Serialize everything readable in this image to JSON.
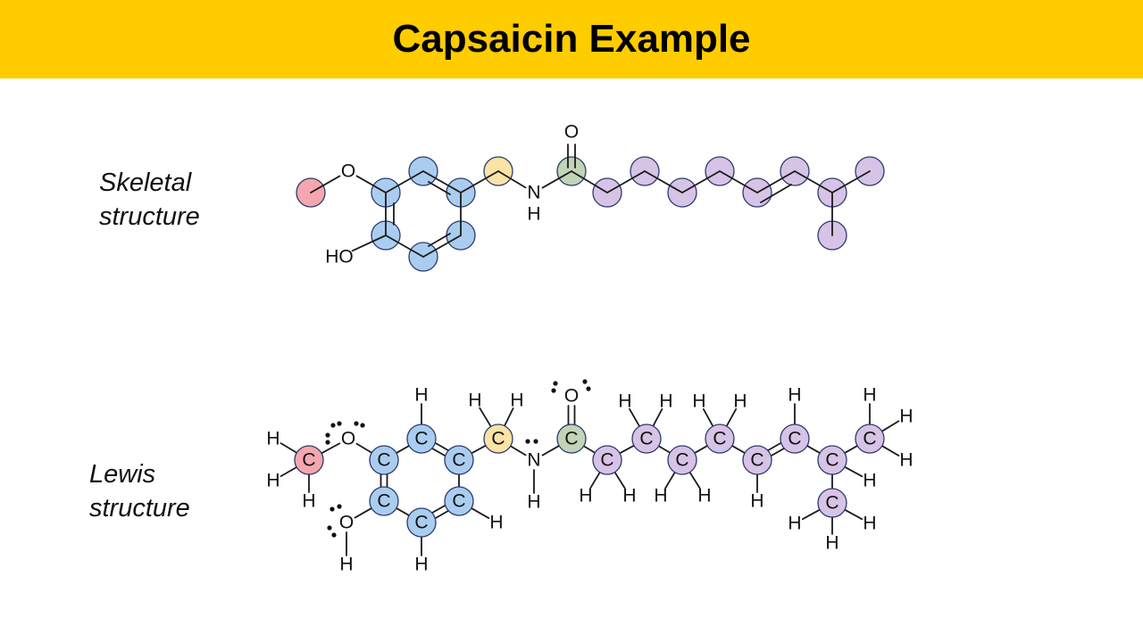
{
  "title": "Capsaicin Example",
  "skeletal": {
    "label_line1": "Skeletal",
    "label_line2": "structure",
    "atom_labels": {
      "methoxy_o": "O",
      "hydroxyl": "HO",
      "amide_n": "N",
      "amide_h": "H",
      "carbonyl_o": "O"
    }
  },
  "lewis": {
    "label_line1": "Lewis",
    "label_line2": "structure",
    "carbon": "C",
    "hydrogen": "H",
    "oxygen": "O",
    "nitrogen": "N"
  },
  "colors": {
    "banner": "#FFCC00",
    "methyl": "#F4A7AE",
    "ring": "#AACDEF",
    "ch2": "#FBE3A6",
    "carbonyl_c": "#C2D4B8",
    "chain": "#D6C3E6",
    "stroke": "#2B3A6B"
  }
}
